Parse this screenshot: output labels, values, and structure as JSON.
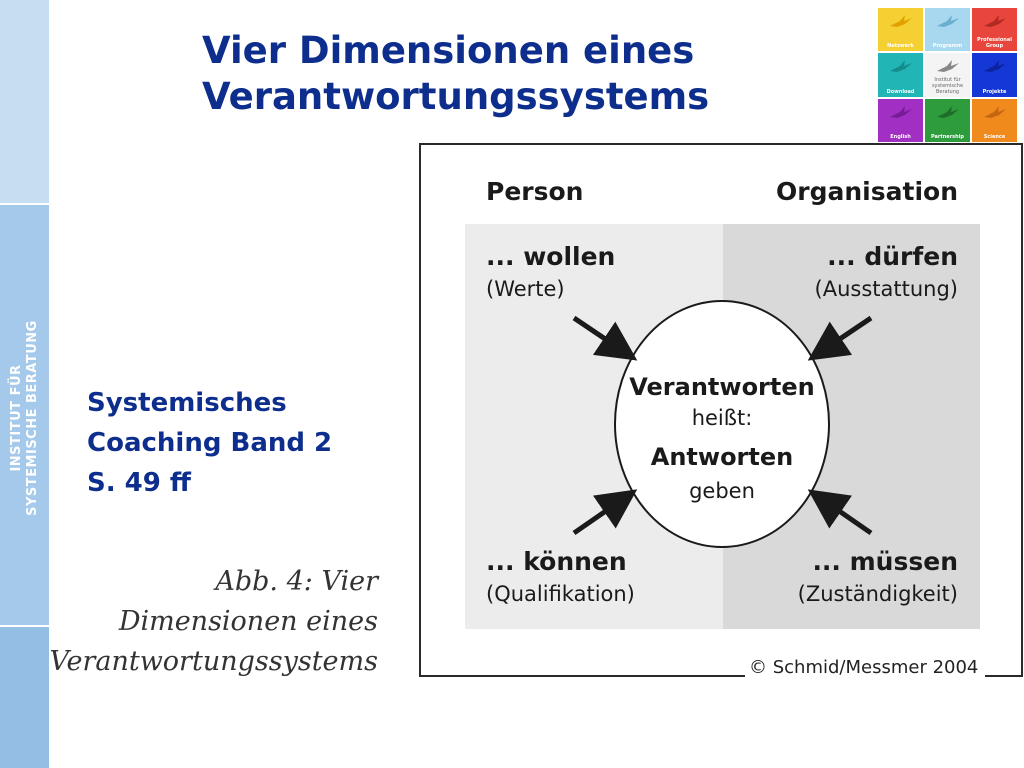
{
  "side_label": {
    "line1": "INSTITUT FÜR",
    "line2": "SYSTEMISCHE BERATUNG"
  },
  "title": {
    "line1": "Vier Dimensionen eines",
    "line2": "Verantwortungssystems"
  },
  "tiles": [
    {
      "label": "Netzwerk",
      "color": "#f5d033",
      "bird": "#e2a100"
    },
    {
      "label": "Programm",
      "color": "#a8d8f0",
      "bird": "#6aaed0"
    },
    {
      "label": "Professional Group",
      "color": "#e8453c",
      "bird": "#b02a22"
    },
    {
      "label": "Download",
      "color": "#21b5b5",
      "bird": "#148c8c"
    },
    {
      "label": "Institut für systemische Beratung",
      "color": "#f4f4f4",
      "bird": "#888888"
    },
    {
      "label": "Projekte",
      "color": "#1537d6",
      "bird": "#0d22a0"
    },
    {
      "label": "English",
      "color": "#a12fc4",
      "bird": "#761c94"
    },
    {
      "label": "Partnership",
      "color": "#2e9c3c",
      "bird": "#1d6e28"
    },
    {
      "label": "Science",
      "color": "#f08a1c",
      "bird": "#c46510"
    }
  ],
  "reference": {
    "line1": "Systemisches",
    "line2": "Coaching Band 2",
    "line3": "S. 49 ff"
  },
  "caption": {
    "line1": "Abb. 4: Vier",
    "line2": "Dimensionen eines",
    "line3": "Verantwortungssystems"
  },
  "diagram": {
    "header_left": "Person",
    "header_right": "Organisation",
    "top_left": {
      "main": "... wollen",
      "sub": "(Werte)"
    },
    "top_right": {
      "main": "... dürfen",
      "sub": "(Ausstattung)"
    },
    "bottom_left": {
      "main": "... können",
      "sub": "(Qualifikation)"
    },
    "bottom_right": {
      "main": "... müssen",
      "sub": "(Zuständigkeit)"
    },
    "center": {
      "line1": "Verantworten",
      "line2": "heißt:",
      "line3": "Antworten",
      "line4": "geben"
    },
    "copyright": "© Schmid/Messmer 2004",
    "colors": {
      "left_panel": "#ececec",
      "right_panel": "#d9d9d9",
      "text": "#1a1a1a"
    }
  }
}
